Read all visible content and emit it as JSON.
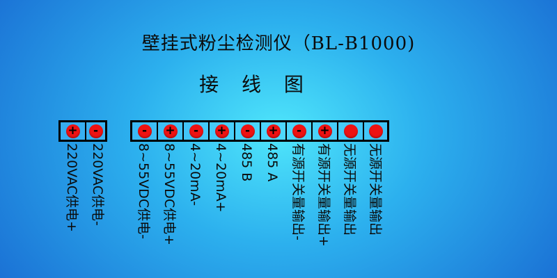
{
  "title": "壁挂式粉尘检测仪（BL-B1000)",
  "subtitle": "接 线 图",
  "power_terminals": [
    {
      "sign": "+",
      "label": "220VAC供电+"
    },
    {
      "sign": "-",
      "label": "220VAC供电-"
    }
  ],
  "main_terminals": [
    {
      "sign": "-",
      "label": "8~55VDC供电-"
    },
    {
      "sign": "+",
      "label": "8~55VDC供电+"
    },
    {
      "sign": "-",
      "label": "4~20mA-"
    },
    {
      "sign": "+",
      "label": "4~20mA+"
    },
    {
      "sign": "-",
      "label": "485  B"
    },
    {
      "sign": "+",
      "label": "485  A"
    },
    {
      "sign": "-",
      "label": "有源开关量输出-"
    },
    {
      "sign": "+",
      "label": "有源开关量输出+"
    },
    {
      "sign": "",
      "label": "无源开关量输出"
    },
    {
      "sign": "",
      "label": "无源开关量输出"
    }
  ],
  "colors": {
    "terminal": "#ee1212",
    "background_center": "#4fe6fb",
    "background_edge": "#1a6fd4"
  }
}
